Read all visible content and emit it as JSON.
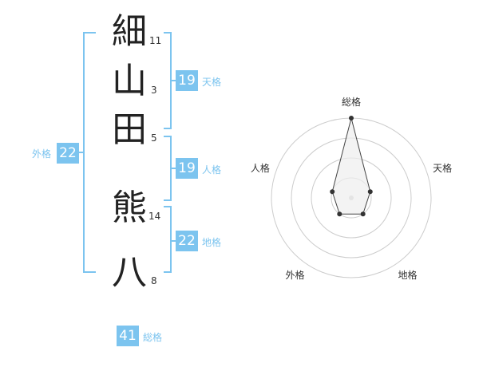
{
  "name": {
    "characters": [
      {
        "char": "細",
        "strokes": "11"
      },
      {
        "char": "山",
        "strokes": "3"
      },
      {
        "char": "田",
        "strokes": "5"
      },
      {
        "char": "熊",
        "strokes": "14"
      },
      {
        "char": "八",
        "strokes": "8"
      }
    ]
  },
  "fortune": {
    "tenkaku": {
      "label": "天格",
      "value": "19"
    },
    "jinkaku": {
      "label": "人格",
      "value": "19"
    },
    "chikaku": {
      "label": "地格",
      "value": "22"
    },
    "gaikaku": {
      "label": "外格",
      "value": "22"
    },
    "soukaku": {
      "label": "総格",
      "value": "41"
    }
  },
  "chart_data": {
    "type": "radar",
    "axes": [
      "総格",
      "天格",
      "地格",
      "外格",
      "人格"
    ],
    "values": [
      4,
      1,
      1,
      1,
      1
    ],
    "range": [
      0,
      4
    ],
    "rings": 4,
    "colors": {
      "fill": "#eeeeee",
      "stroke": "#444444",
      "grid": "#cccccc",
      "point": "#333333"
    }
  }
}
